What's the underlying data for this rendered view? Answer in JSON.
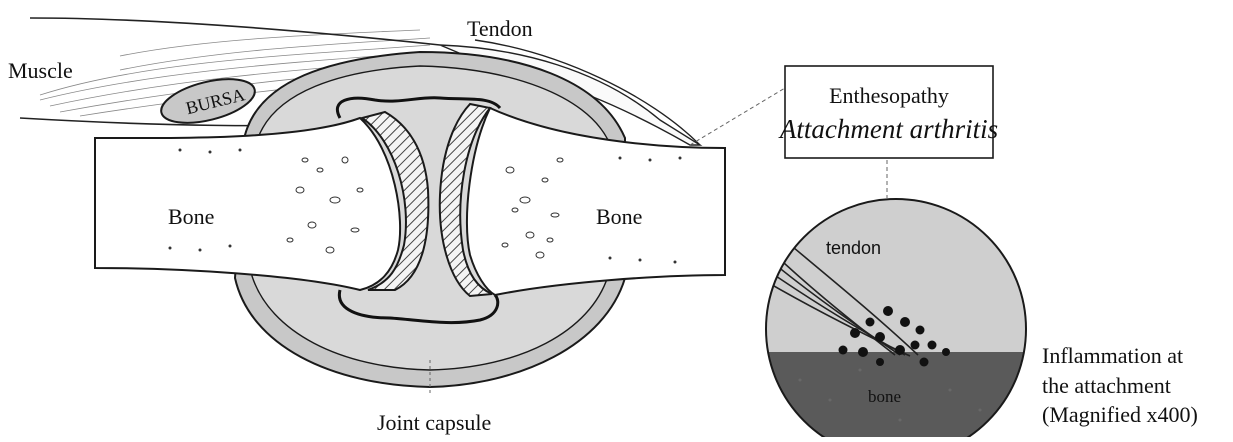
{
  "labels": {
    "muscle": "Muscle",
    "tendon": "Tendon",
    "bursa": "BURSA",
    "bone_left": "Bone",
    "bone_right": "Bone",
    "joint_capsule": "Joint capsule",
    "enthesopathy": "Enthesopathy",
    "attachment_arthritis": "Attachment arthritis",
    "inset_tendon": "tendon",
    "inset_bone": "bone",
    "inflammation_line1": "Inflammation at",
    "inflammation_line2": "the attachment",
    "inflammation_line3": "(Magnified x400)"
  },
  "colors": {
    "line": "#1a1a1a",
    "capsule_gray": "#c8c8c8",
    "synovial_gray": "#d9d9d9",
    "inset_light": "#cfcfcf",
    "inset_dark": "#5a5a5a",
    "cartilage_hatch": "#444444"
  }
}
